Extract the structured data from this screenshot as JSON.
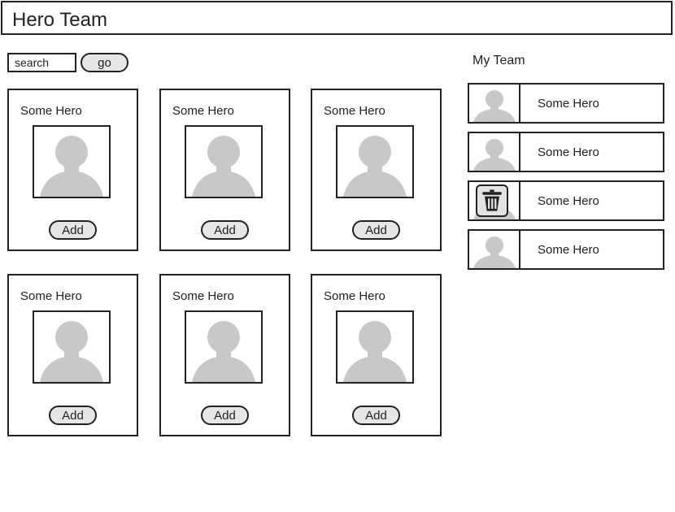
{
  "header": {
    "title": "Hero Team"
  },
  "search": {
    "value": "search",
    "button_label": "go"
  },
  "heroes": [
    {
      "name": "Some Hero",
      "add_label": "Add"
    },
    {
      "name": "Some Hero",
      "add_label": "Add"
    },
    {
      "name": "Some Hero",
      "add_label": "Add"
    },
    {
      "name": "Some Hero",
      "add_label": "Add"
    },
    {
      "name": "Some Hero",
      "add_label": "Add"
    },
    {
      "name": "Some Hero",
      "add_label": "Add"
    }
  ],
  "team": {
    "heading": "My Team",
    "members": [
      {
        "name": "Some Hero",
        "icon": "person-avatar-icon"
      },
      {
        "name": "Some Hero",
        "icon": "person-avatar-icon"
      },
      {
        "name": "Some Hero",
        "icon": "trash-icon"
      },
      {
        "name": "Some Hero",
        "icon": "person-avatar-icon"
      }
    ]
  },
  "colors": {
    "border": "#222222",
    "avatar": "#c8c8c8",
    "button": "#e6e6e6"
  }
}
